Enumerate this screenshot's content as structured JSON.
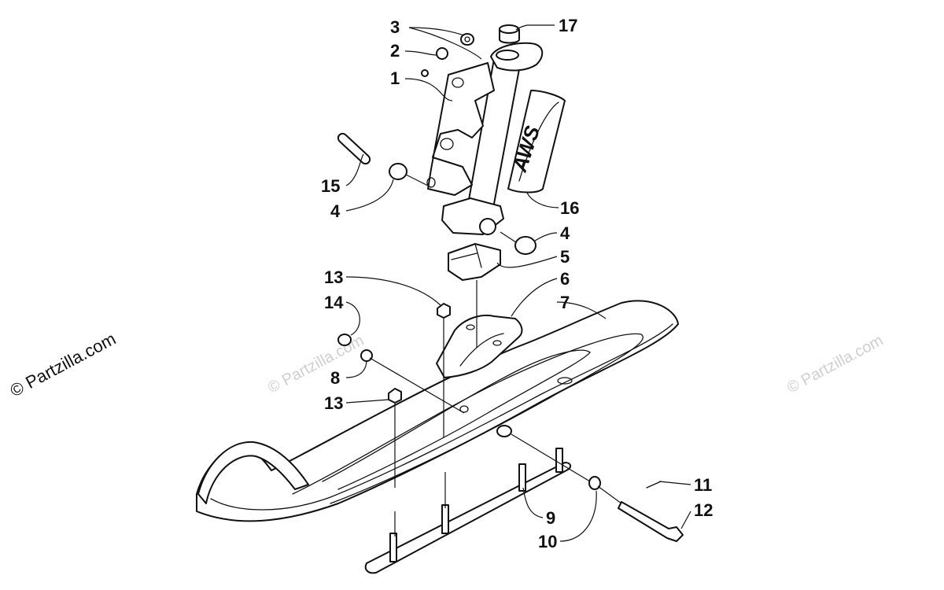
{
  "credit": "© Partzilla.com",
  "watermark": "© Partzilla.com",
  "sticker_text": "AWS",
  "callouts": [
    "1",
    "2",
    "3",
    "4",
    "4",
    "5",
    "6",
    "7",
    "8",
    "9",
    "10",
    "11",
    "12",
    "13",
    "13",
    "14",
    "15",
    "16",
    "17"
  ]
}
